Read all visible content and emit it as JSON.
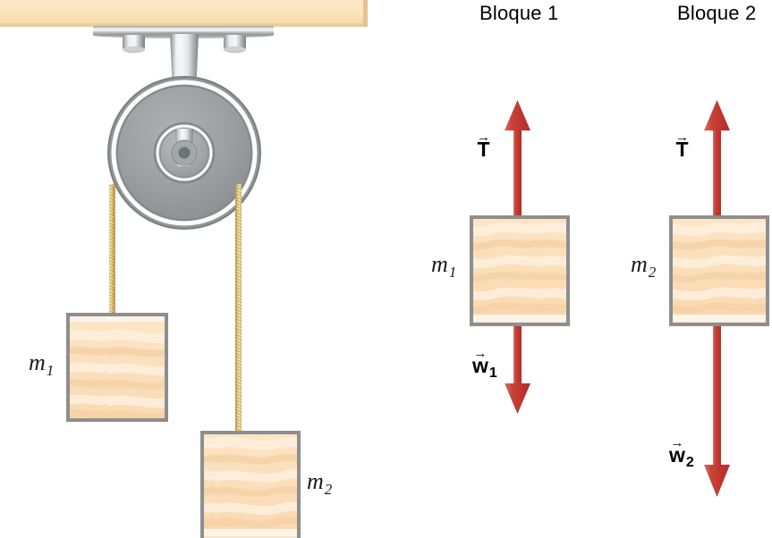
{
  "figure": {
    "kind": "physics-free-body-diagram",
    "description": "Two blocks hanging from a rope over a ceiling-mounted pulley, with free body diagrams for each block",
    "background_color": "#ffffff"
  },
  "scene": {
    "ceiling_beam": {
      "name": "ceiling-beam",
      "fill_top": "#fbe5bd",
      "fill_bottom": "#f7dca8",
      "edge": "#e3c48d"
    },
    "mount_plate": {
      "name": "pulley-mount-plate",
      "metal_light": "#f2f2f2",
      "metal_mid": "#b9bcbe",
      "metal_dark": "#85898c"
    },
    "bolts": [
      "left-bolt",
      "right-bolt"
    ],
    "bracket": {
      "name": "pulley-bracket-post"
    },
    "pulley": {
      "name": "pulley-wheel",
      "rim_dark": "#7f8386",
      "rim_highlight": "#fbfbfb",
      "body": "#9a9d9f",
      "body_shade": "#8a8e90",
      "hub": "#a8abad",
      "axle": "#6e7376"
    },
    "ropes": {
      "name": "rope",
      "color_light": "#f0dfa8",
      "color_mid": "#d8b76a",
      "color_dark": "#b08e3f"
    },
    "blocks": [
      {
        "label": "m",
        "sub": "1",
        "name": "block-m1",
        "border": "#8e8e8e"
      },
      {
        "label": "m",
        "sub": "2",
        "name": "block-m2",
        "border": "#8e8e8e"
      }
    ],
    "wood": {
      "base": "#fbe0bd",
      "grain_light": "#fdecd4",
      "grain_dark": "#f3cfa4",
      "bottom_edge": "#fdf6ef"
    }
  },
  "fbd": [
    {
      "title": "Bloque 1",
      "mass_label": "m",
      "mass_sub": "1",
      "tension": {
        "symbol": "T",
        "sub": "",
        "direction": "up"
      },
      "weight": {
        "symbol": "w",
        "sub": "1",
        "direction": "down"
      },
      "arrow_color": "#c1392f",
      "arrow_highlight": "#d9685c"
    },
    {
      "title": "Bloque 2",
      "mass_label": "m",
      "mass_sub": "2",
      "tension": {
        "symbol": "T",
        "sub": "",
        "direction": "up"
      },
      "weight": {
        "symbol": "w",
        "sub": "2",
        "direction": "down"
      },
      "arrow_color": "#c1392f",
      "arrow_highlight": "#d9685c"
    }
  ],
  "vector_arrow_glyph": "→",
  "colors": {
    "arrow_red": "#c1392f",
    "wood_tan": "#fbe0bd",
    "metal_gray": "#9a9d9f",
    "rope_gold": "#d8b76a",
    "text_black": "#000000"
  }
}
